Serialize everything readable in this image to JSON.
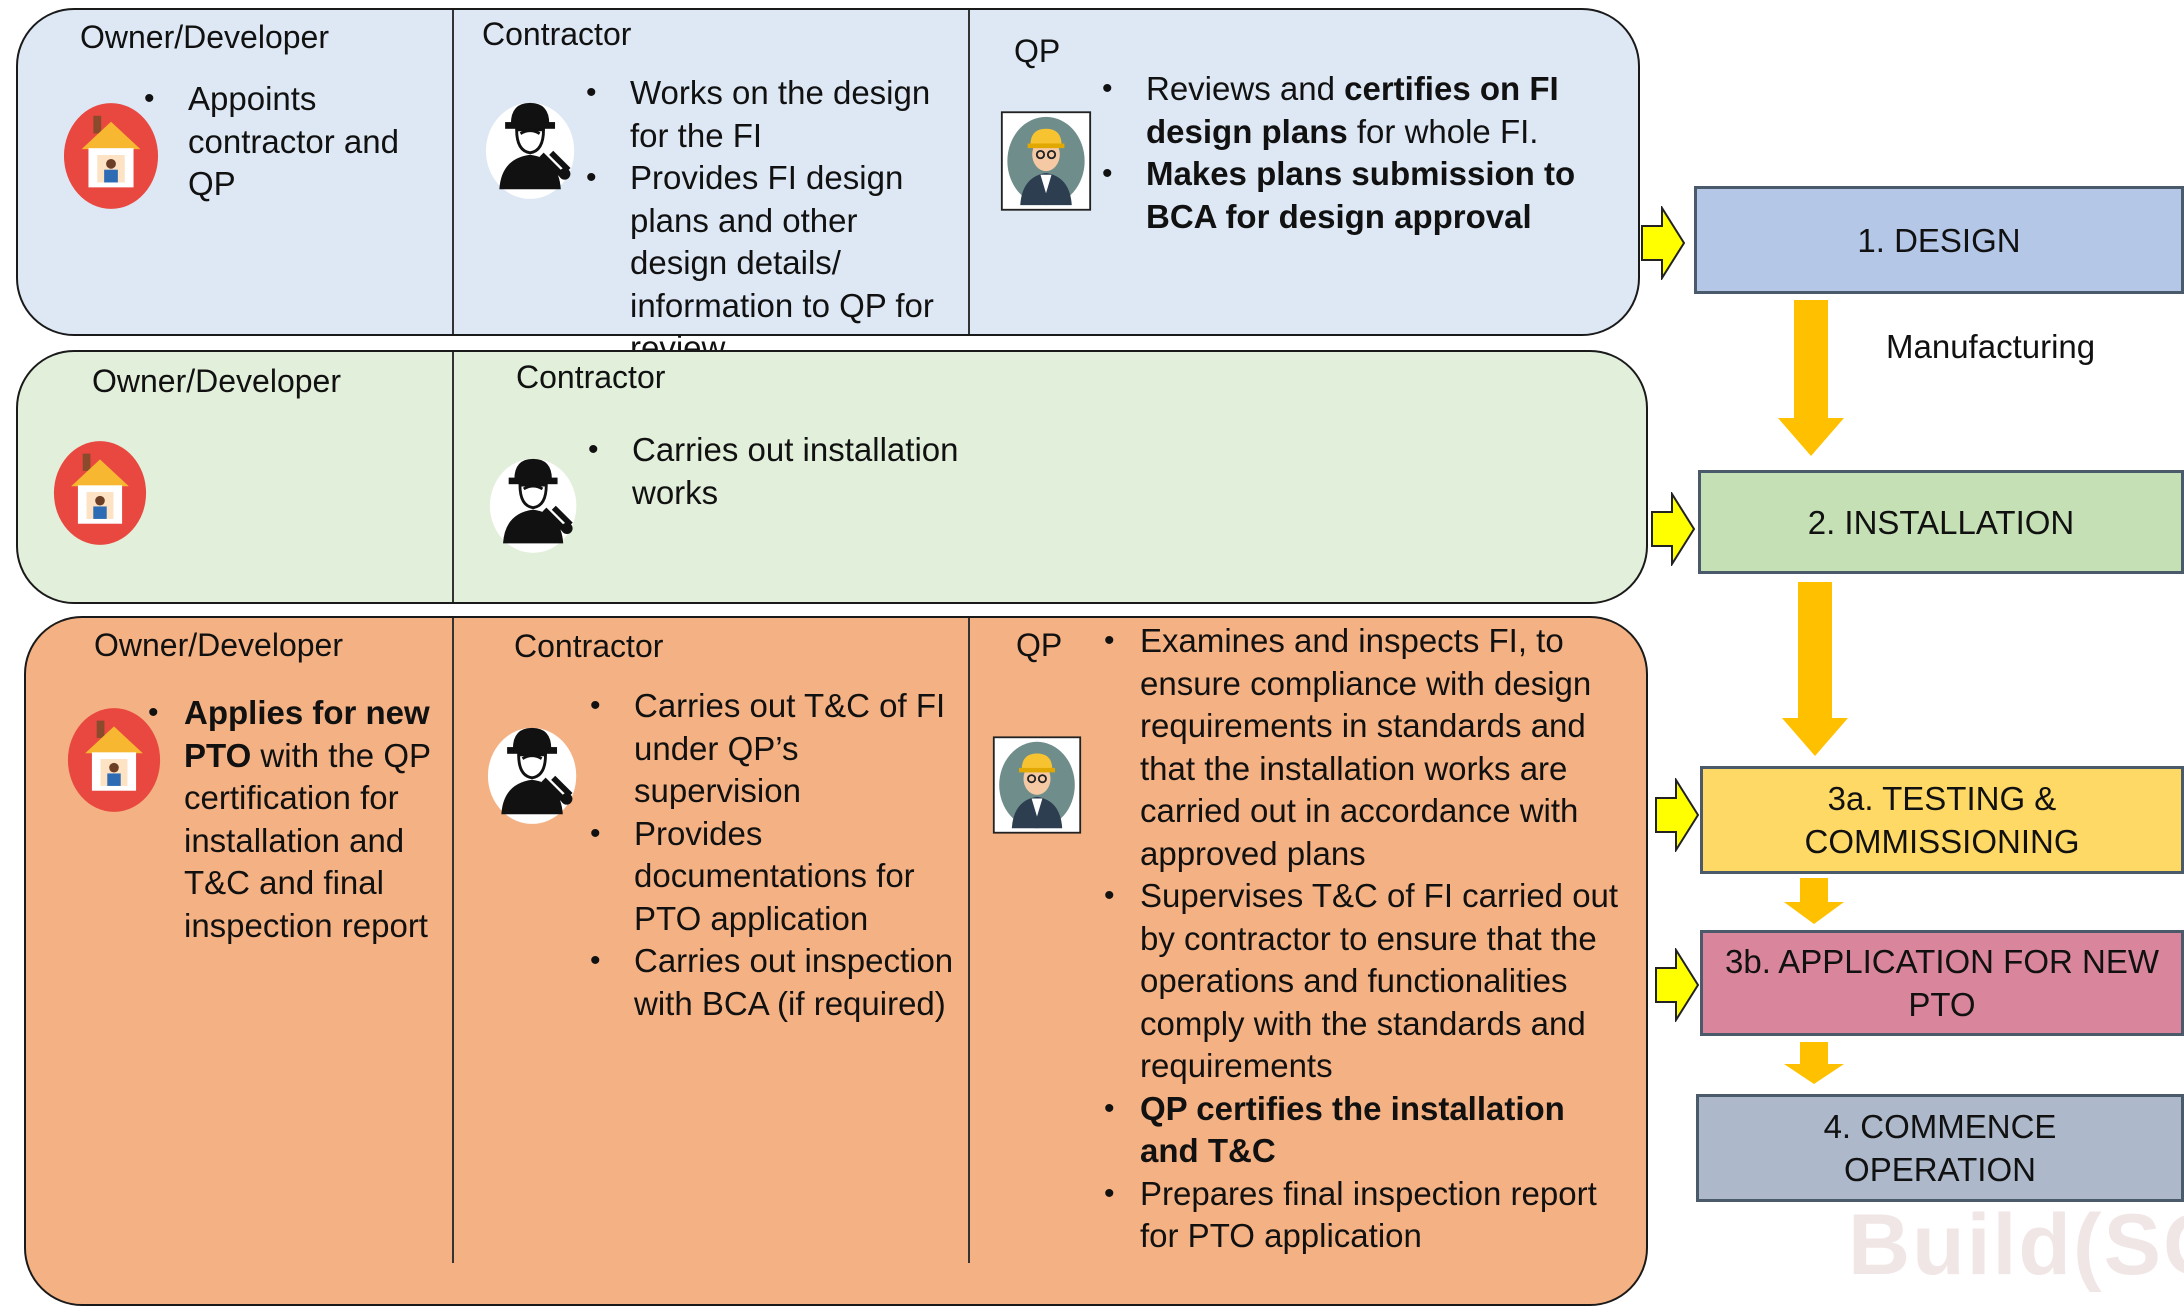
{
  "design_panel": {
    "owner": {
      "header": "Owner/Developer",
      "items": [
        "Appoints contractor and QP"
      ]
    },
    "contractor": {
      "header": "Contractor",
      "items": [
        "Works on the design for the FI",
        "Provides FI design plans and other design details/ information to QP for review"
      ]
    },
    "qp": {
      "header": "QP",
      "item1_pre": "Reviews and ",
      "item1_bold": "certifies on FI design plans",
      "item1_post": " for whole FI.",
      "item2_bold": "Makes plans submission to BCA for design approval"
    }
  },
  "installation_panel": {
    "owner": {
      "header": "Owner/Developer"
    },
    "contractor": {
      "header": "Contractor",
      "items": [
        "Carries out installation works"
      ]
    }
  },
  "testing_panel": {
    "owner": {
      "header": "Owner/Developer",
      "item_bold": "Applies for new PTO",
      "item_rest": " with the QP certification for installation and T&C and final inspection report"
    },
    "contractor": {
      "header": "Contractor",
      "items": [
        "Carries out T&C of FI under QP’s supervision",
        "Provides documentations for PTO application",
        "Carries out inspection with BCA (if required)"
      ]
    },
    "qp": {
      "header": "QP",
      "items": [
        "Examines and inspects FI, to ensure compliance with design requirements in standards and that the installation works are carried out in accordance with approved plans",
        "Supervises T&C of FI carried out by contractor to ensure that the operations and functionalities comply with the standards and requirements"
      ],
      "item_bold": "QP certifies the installation and T&C",
      "item_last": "Prepares final inspection report for PTO application"
    }
  },
  "flow": {
    "design": "1. DESIGN",
    "manufacturing_label": "Manufacturing",
    "installation": "2. INSTALLATION",
    "testing_line1": "3a. TESTING &",
    "testing_line2": "COMMISSIONING",
    "application_line1": "3b. APPLICATION FOR NEW",
    "application_line2": "PTO",
    "commence_line1": "4. COMMENCE",
    "commence_line2": "OPERATION"
  },
  "watermark": "Build(SG)",
  "colors": {
    "design_panel": "#dde8f4",
    "installation_panel": "#e2efda",
    "testing_panel": "#f4b183",
    "design_box": "#b4c7e7",
    "installation_box": "#c5e0b4",
    "testing_box": "#ffd966",
    "application_box": "#d9869c",
    "commence_box": "#adb9ca",
    "flow_arrow": "#ffc000",
    "side_arrow": "#ffff00"
  }
}
